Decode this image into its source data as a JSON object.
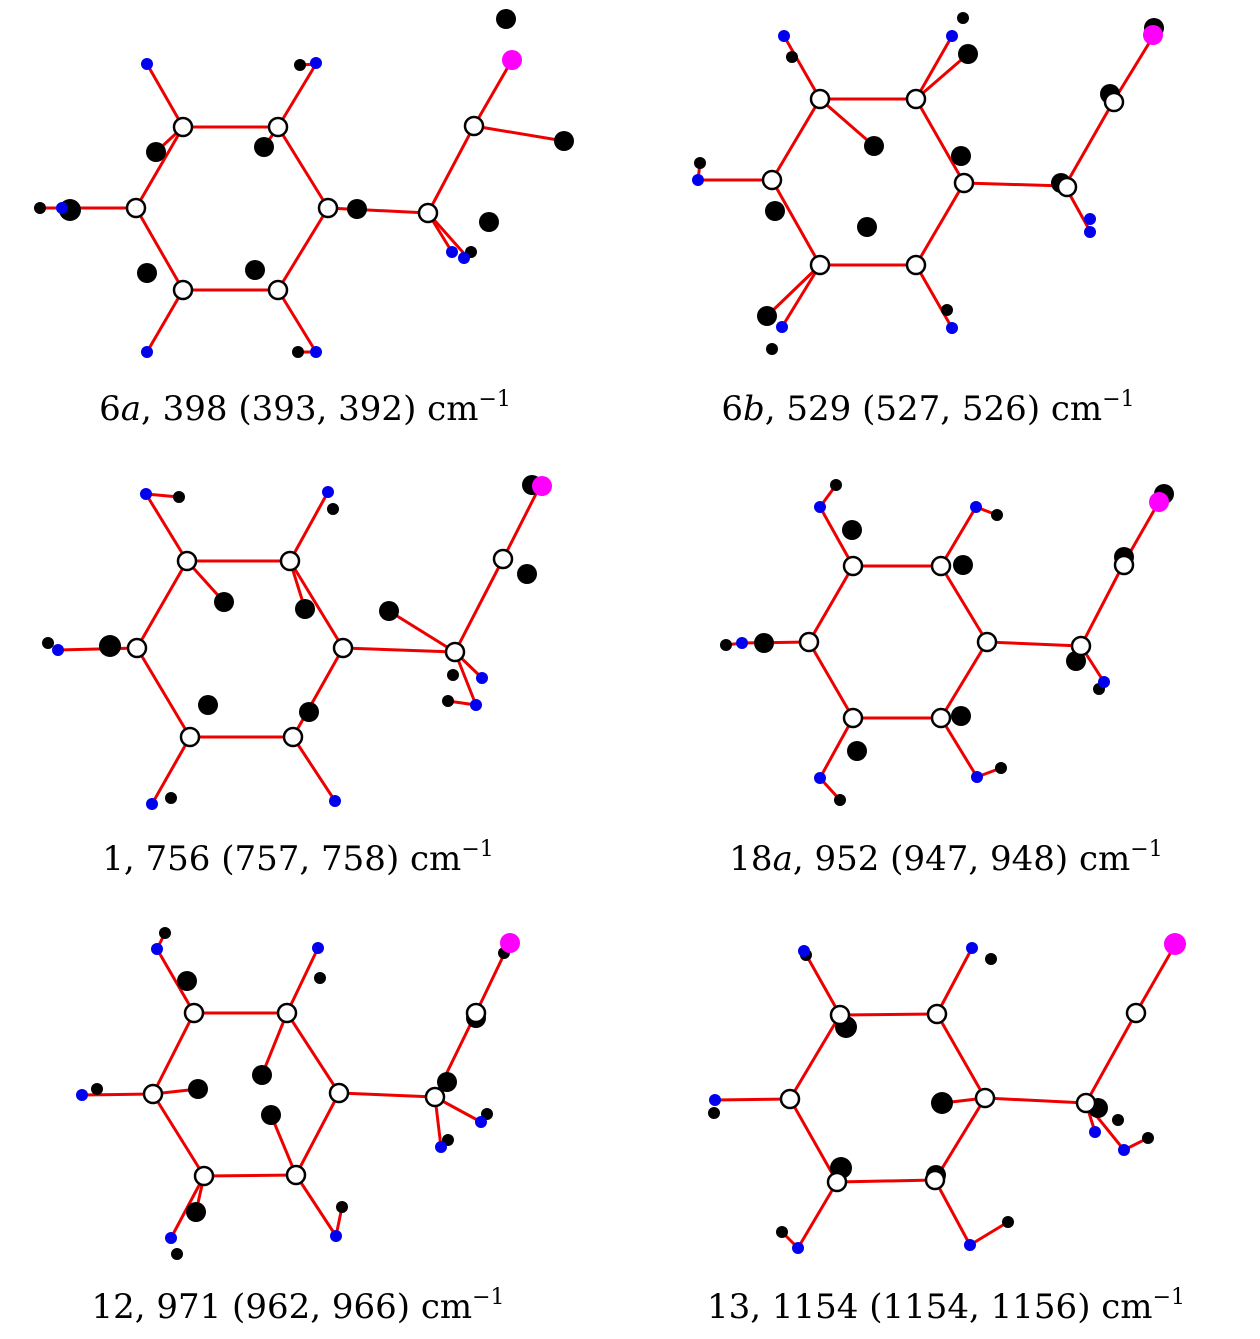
{
  "panels": [
    {
      "label": "6a",
      "caption": "6a, 398 (393, 392) cm⁻¹",
      "mode": "6a",
      "freq": "398",
      "alt1": "393",
      "alt2": "392",
      "unit": "cm",
      "exp": "−1"
    },
    {
      "label": "6b",
      "caption": "6b, 529 (527, 526) cm⁻¹",
      "mode": "6b",
      "freq": "529",
      "alt1": "527",
      "alt2": "526",
      "unit": "cm",
      "exp": "−1"
    },
    {
      "label": "1",
      "caption": "1, 756 (757, 758) cm⁻¹",
      "mode": "1",
      "freq": "756",
      "alt1": "757",
      "alt2": "758",
      "unit": "cm",
      "exp": "−1"
    },
    {
      "label": "18a",
      "caption": "18a, 952 (947, 948) cm⁻¹",
      "mode": "18a",
      "freq": "952",
      "alt1": "947",
      "alt2": "948",
      "unit": "cm",
      "exp": "−1"
    },
    {
      "label": "12",
      "caption": "12, 971 (962, 966) cm⁻¹",
      "mode": "12",
      "freq": "971",
      "alt1": "962",
      "alt2": "966",
      "unit": "cm",
      "exp": "−1"
    },
    {
      "label": "13",
      "caption": "13, 1154 (1154, 1156) cm⁻¹",
      "mode": "13",
      "freq": "1154",
      "alt1": "1154",
      "alt2": "1156",
      "unit": "cm",
      "exp": "−1"
    }
  ],
  "colors": {
    "bond": "#ee0000",
    "ring_atom_fill": "#ffffff",
    "hydrogen": "#0000ee",
    "displacement": "#000000",
    "halogen": "#ff00ff"
  }
}
